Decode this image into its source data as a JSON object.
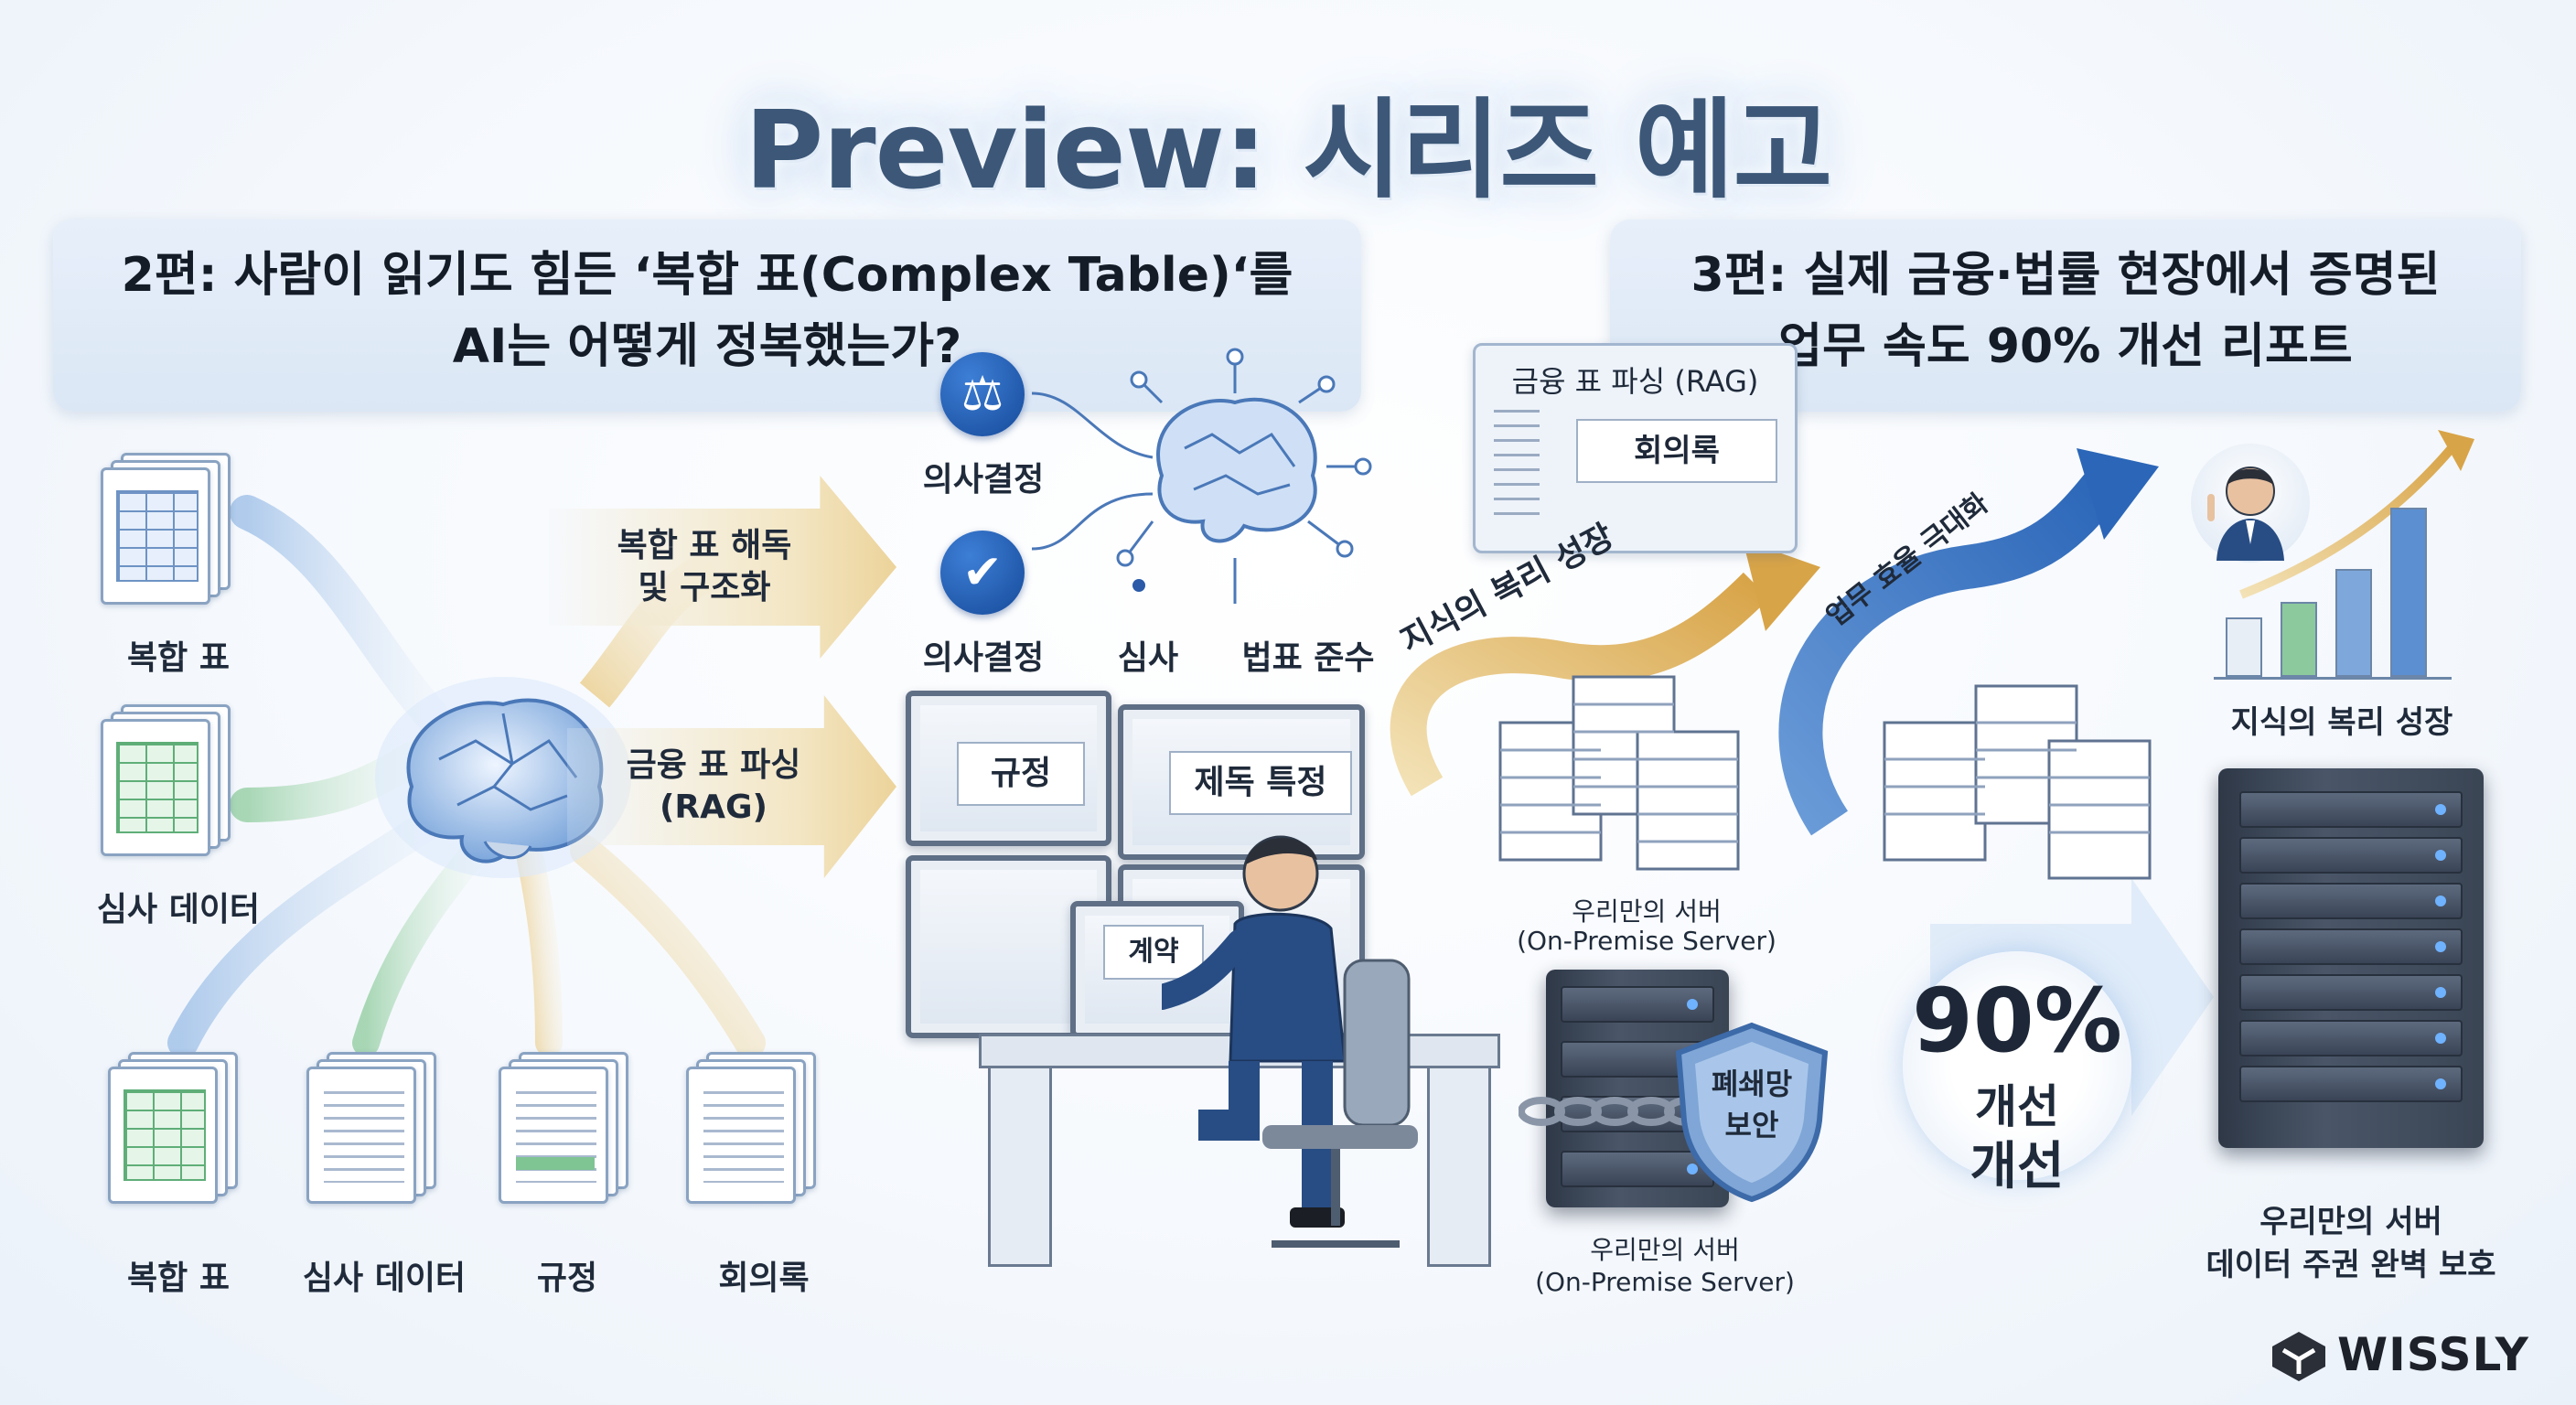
{
  "title": "Preview: 시리즈 예고",
  "left_banner": {
    "line1": "2편: 사람이 읽기도 힘든 ‘복합 표(Complex Table)‘를",
    "line2": "AI는 어떻게 정복했는가?"
  },
  "right_banner": {
    "line1": "3편: 실제 금융·법률 현장에서 증명된",
    "line2": "업무 속도 90% 개선 리포트"
  },
  "left_docs": [
    "복합 표",
    "심사 데이터"
  ],
  "bottom_docs": [
    "복합 표",
    "심사 데이터",
    "규정",
    "회의록"
  ],
  "arrows": {
    "top_line1": "복합 표 해독",
    "top_line2": "및 구조화",
    "bottom_line1": "금융 표 파싱",
    "bottom_line2": "(RAG)"
  },
  "brain_icons": {
    "scale_label": "의사결정",
    "check_label": "의사결정",
    "review_label": "심사",
    "compliance_label": "법표 준수"
  },
  "callout": {
    "title": "금융 표 파싱 (RAG)",
    "body": "회의록"
  },
  "monitors": {
    "top_left": "규정",
    "top_right": "제독 특정",
    "center": "계약"
  },
  "growth": {
    "knowledge_arc": "지식의 복리 성장",
    "efficiency_arc": "업무 효율 극대화",
    "server_caption_line1": "우리만의 서버",
    "server_caption_line2": "(On-Premise Server)"
  },
  "secure_server": {
    "shield_line1": "폐쇄망",
    "shield_line2": "보안",
    "caption_line1": "우리만의 서버",
    "caption_line2": "(On-Premise Server)"
  },
  "chart_caption": "지식의 복리 성장",
  "improvement": {
    "percent": "90%",
    "line1": "개선",
    "line2": "개선"
  },
  "big_server_caption": {
    "line1": "우리만의 서버",
    "line2": "데이터 주권 완벽 보호"
  },
  "logo_text": "WISSLY",
  "colors": {
    "title": "#3c5778",
    "accent_blue": "#1f5fb8",
    "accent_gold": "#e2b45a",
    "accent_green": "#5fae78"
  },
  "icons": [
    "scale-icon",
    "checklist-icon",
    "brain-icon",
    "server-icon",
    "shield-icon",
    "chain-icon",
    "arrow-icon",
    "person-icon",
    "document-icon",
    "wissly-logo-icon"
  ]
}
